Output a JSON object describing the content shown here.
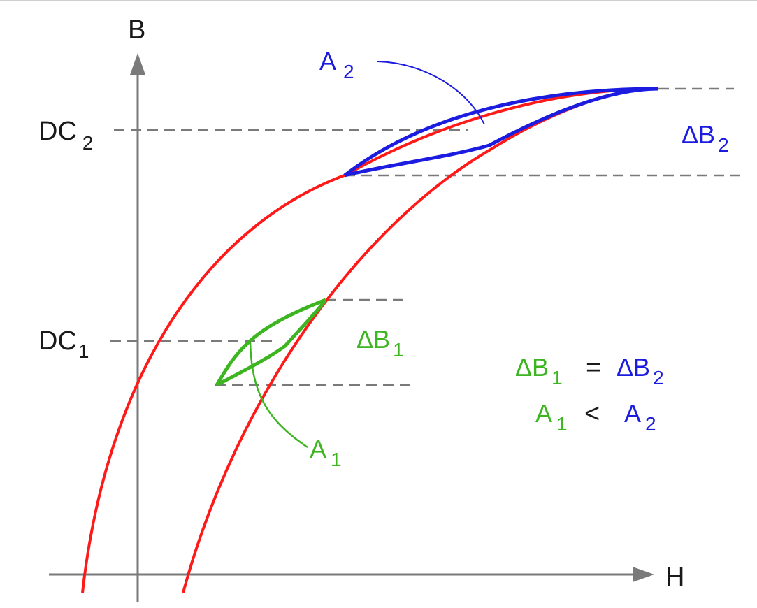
{
  "axes": {
    "y_label": "B",
    "x_label": "H",
    "dc2_main": "DC",
    "dc2_sub": "2",
    "dc1_main": "DC",
    "dc1_sub": "1"
  },
  "loops": {
    "a1_main": "A",
    "a1_sub": "1",
    "a2_main": "A",
    "a2_sub": "2",
    "db1_main": "ΔB",
    "db1_sub": "1",
    "db2_main": "ΔB",
    "db2_sub": "2"
  },
  "relations": {
    "eq_left_main": "ΔB",
    "eq_left_sub": "1",
    "eq_op": "=",
    "eq_right_main": "ΔB",
    "eq_right_sub": "2",
    "lt_left_main": "A",
    "lt_left_sub": "1",
    "lt_op": "<",
    "lt_right_main": "A",
    "lt_right_sub": "2"
  },
  "colors": {
    "curve": "#ff1a1a",
    "minor_loop_1": "#3cb521",
    "minor_loop_2": "#1c1ce0",
    "axis": "#7a7a7a",
    "dashed": "#7a7a7a"
  }
}
